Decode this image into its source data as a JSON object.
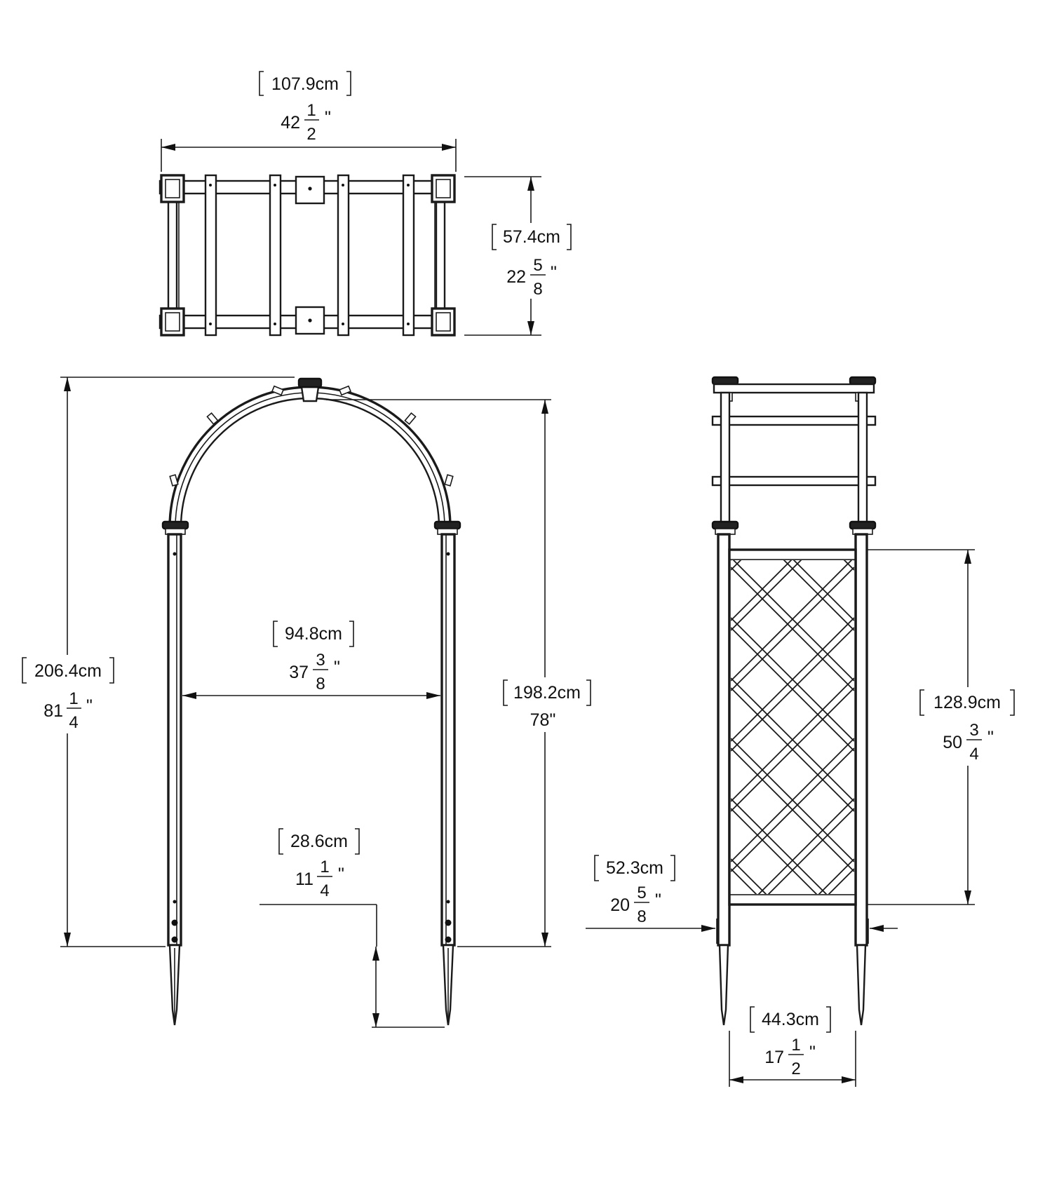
{
  "dimensions": {
    "top_width": {
      "metric": "107.9cm",
      "whole": "42",
      "num": "1",
      "den": "2",
      "unit": "\""
    },
    "top_depth": {
      "metric": "57.4cm",
      "whole": "22",
      "num": "5",
      "den": "8",
      "unit": "\""
    },
    "total_height": {
      "metric": "206.4cm",
      "whole": "81",
      "num": "1",
      "den": "4",
      "unit": "\""
    },
    "inner_width": {
      "metric": "94.8cm",
      "whole": "37",
      "num": "3",
      "den": "8",
      "unit": "\""
    },
    "arch_height": {
      "metric": "198.2cm",
      "whole": "78\""
    },
    "stake_depth": {
      "metric": "28.6cm",
      "whole": "11",
      "num": "1",
      "den": "4",
      "unit": "\""
    },
    "lattice_height": {
      "metric": "128.9cm",
      "whole": "50",
      "num": "3",
      "den": "4",
      "unit": "\""
    },
    "side_depth": {
      "metric": "52.3cm",
      "whole": "20",
      "num": "5",
      "den": "8",
      "unit": "\""
    },
    "inner_depth": {
      "metric": "44.3cm",
      "whole": "17",
      "num": "1",
      "den": "2",
      "unit": "\""
    }
  }
}
